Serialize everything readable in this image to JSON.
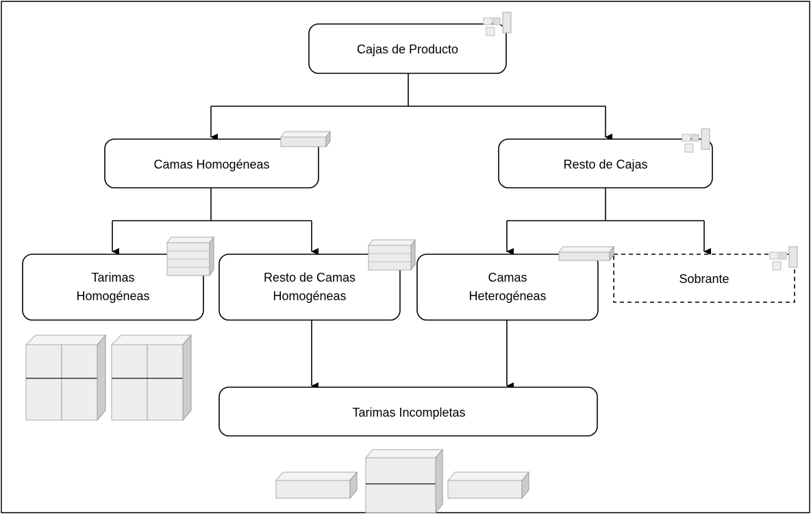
{
  "diagram": {
    "nodes": {
      "cajas_producto": "Cajas de Producto",
      "camas_homogeneas": "Camas Homogéneas",
      "resto_cajas": "Resto de Cajas",
      "tarimas_homogeneas_1": "Tarimas",
      "tarimas_homogeneas_2": "Homogéneas",
      "resto_camas_1": "Resto de Camas",
      "resto_camas_2": "Homogéneas",
      "camas_heterogeneas_1": "Camas",
      "camas_heterogeneas_2": "Heterogéneas",
      "sobrante": "Sobrante",
      "tarimas_incompletas": "Tarimas Incompletas"
    },
    "colors": {
      "line": "#000000",
      "box_fill": "#ffffff",
      "icon_light": "#f2f2f2",
      "icon_mid": "#d6d6d6",
      "icon_dark": "#9a9a9a"
    }
  }
}
